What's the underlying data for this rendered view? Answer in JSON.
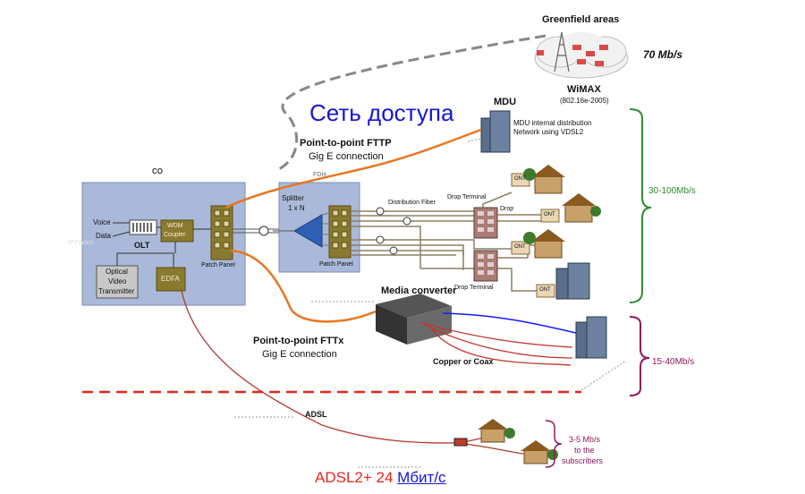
{
  "title": "Сеть доступа",
  "greenfield": {
    "label": "Greenfield areas",
    "wimax": "WiMAX",
    "standard": "(802.16e-2005)",
    "speed": "70 Mb/s"
  },
  "mdu": {
    "label": "MDU",
    "desc_line1": "MDU internal distribution",
    "desc_line2": "Network using VDSL2"
  },
  "fttp": {
    "line1": "Point-to-point FTTP",
    "line2": "Gig E connection"
  },
  "fttx": {
    "line1": "Point-to-point FTTx",
    "line2": "Gig E connection"
  },
  "co": {
    "label": "CO",
    "voice": "Voice",
    "data": "Data",
    "video": "IPTVideo",
    "olt": "OLT",
    "wdm_line1": "WDM",
    "wdm_line2": "Coupler",
    "optical_line1": "Optical",
    "optical_line2": "Video",
    "optical_line3": "Transmitter",
    "edfa": "EDFA",
    "patch_panel": "Patch Panel"
  },
  "fdh": {
    "label": "FDH",
    "splitter_line1": "Splitter",
    "splitter_line2": "1 x N",
    "patch_panel": "Patch Panel"
  },
  "distribution_fiber": "Distribution Fiber",
  "drop_terminal_top": "Drop Terminal",
  "drop_terminal_bottom": "Drop Terminal",
  "drop": "Drop",
  "ont": "ONT",
  "media_converter": "Media converter",
  "copper_coax": "Copper or Coax",
  "adsl": "ADSL",
  "brackets": {
    "top": "30-100Mb/s",
    "mid": "15-40Mb/s",
    "low_line1": "3-5 Mb/s",
    "low_line2": "to the",
    "low_line3": "subscribers"
  },
  "adsl2_prefix": "ADSL2+ 24 ",
  "adsl2_link": "Мбит/с",
  "colors": {
    "fiber": "#e87722",
    "wimax_dash": "#888888",
    "red_dash": "#e8261c",
    "green": "#2e8b2e",
    "purple": "#8b1a5c",
    "blue_title": "#1515d6",
    "co_box": "#aab9d9",
    "adsl_line": "#b03a2e"
  }
}
